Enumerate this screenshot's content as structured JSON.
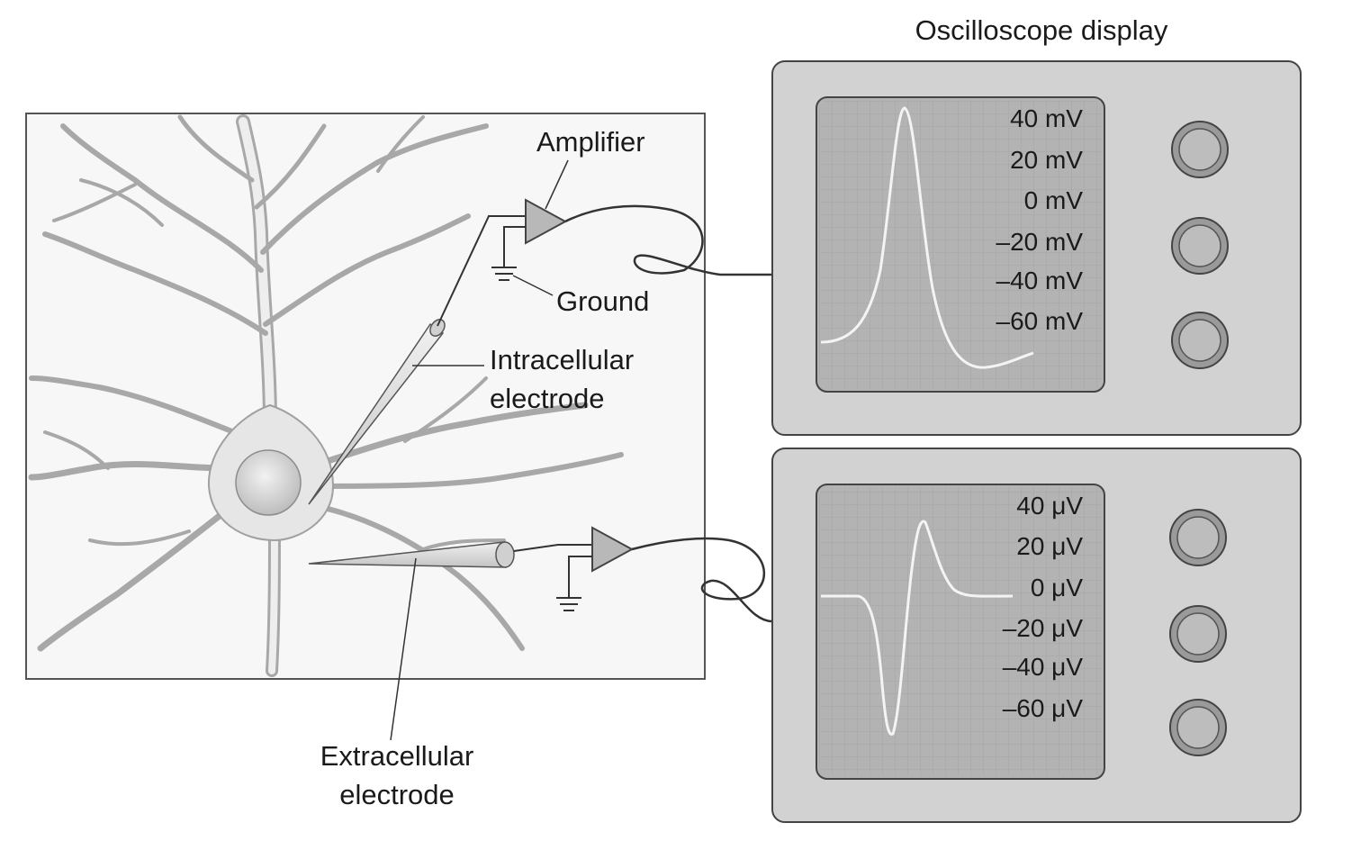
{
  "title": "Oscilloscope display",
  "labels": {
    "amplifier": "Amplifier",
    "ground": "Ground",
    "intracellular_line1": "Intracellular",
    "intracellular_line2": "electrode",
    "extracellular_line1": "Extracellular",
    "extracellular_line2": "electrode"
  },
  "top_scope": {
    "scale": [
      "40 mV",
      "20 mV",
      "0 mV",
      "–20 mV",
      "–40 mV",
      "–60 mV"
    ],
    "knobs": 3
  },
  "bottom_scope": {
    "scale": [
      "40 μV",
      "20 μV",
      "0 μV",
      "–20 μV",
      "–40 μV",
      "–60 μV"
    ],
    "knobs": 3
  },
  "colors": {
    "panel": "#d2d2d2",
    "screen": "#b3b3b3",
    "trace": "#f4f4f4",
    "neuron_fill": "#e6e6e6",
    "neuron_stroke": "#a0a0a0",
    "ink": "#1a1a1a"
  }
}
